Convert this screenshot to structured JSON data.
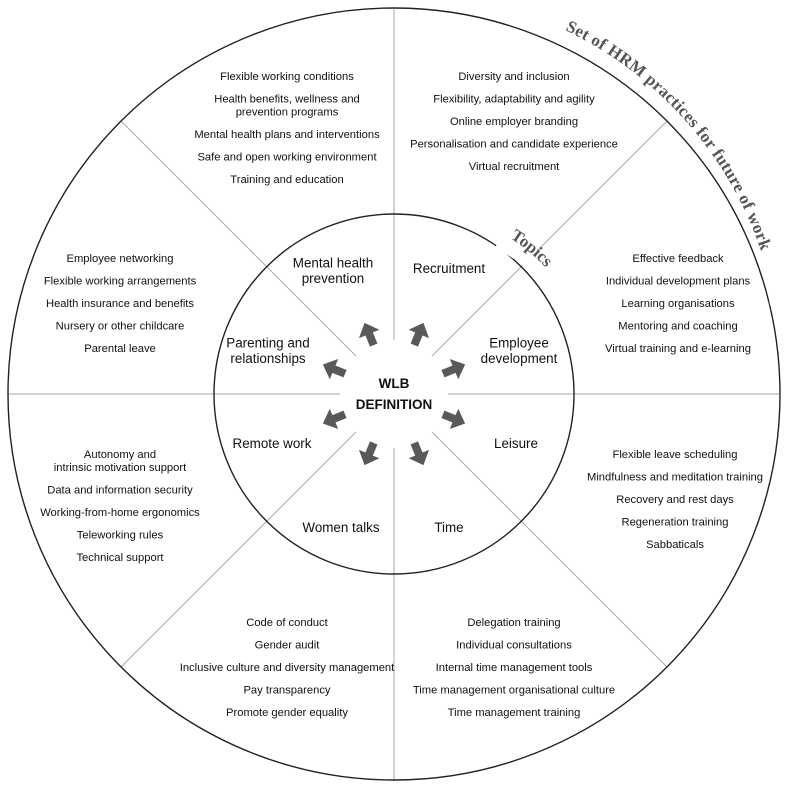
{
  "outer_title": "Set of HRM practices for future of work",
  "ring_title": "Topics",
  "center": {
    "line1": "WLB",
    "line2": "DEFINITION"
  },
  "topics": [
    {
      "id": "mental-health-prevention",
      "lines": [
        "Mental health",
        "prevention"
      ]
    },
    {
      "id": "recruitment",
      "lines": [
        "Recruitment"
      ]
    },
    {
      "id": "employee-development",
      "lines": [
        "Employee",
        "development"
      ]
    },
    {
      "id": "leisure",
      "lines": [
        "Leisure"
      ]
    },
    {
      "id": "time",
      "lines": [
        "Time"
      ]
    },
    {
      "id": "women-talks",
      "lines": [
        "Women talks"
      ]
    },
    {
      "id": "remote-work",
      "lines": [
        "Remote work"
      ]
    },
    {
      "id": "parenting-and-relationships",
      "lines": [
        "Parenting and",
        "relationships"
      ]
    }
  ],
  "practices": [
    {
      "id": "mental-health",
      "items": [
        [
          "Flexible working conditions"
        ],
        [
          "Health benefits, wellness and",
          "prevention programs"
        ],
        [
          "Mental health plans and interventions"
        ],
        [
          "Safe and open working environment"
        ],
        [
          "Training and education"
        ]
      ]
    },
    {
      "id": "recruitment",
      "items": [
        [
          "Diversity and inclusion"
        ],
        [
          "Flexibility, adaptability and agility"
        ],
        [
          "Online employer branding"
        ],
        [
          "Personalisation and candidate experience"
        ],
        [
          "Virtual recruitment"
        ]
      ]
    },
    {
      "id": "employee-development",
      "items": [
        [
          "Effective feedback"
        ],
        [
          "Individual development plans"
        ],
        [
          "Learning organisations"
        ],
        [
          "Mentoring and coaching"
        ],
        [
          "Virtual training and e-learning"
        ]
      ]
    },
    {
      "id": "leisure",
      "items": [
        [
          "Flexible leave scheduling"
        ],
        [
          "Mindfulness  and meditation training"
        ],
        [
          "Recovery and rest days"
        ],
        [
          "Regeneration training"
        ],
        [
          "Sabbaticals"
        ]
      ]
    },
    {
      "id": "time",
      "items": [
        [
          "Delegation training"
        ],
        [
          "Individual consultations"
        ],
        [
          "Internal time management tools"
        ],
        [
          "Time management organisational culture"
        ],
        [
          "Time management training"
        ]
      ]
    },
    {
      "id": "women-talks",
      "items": [
        [
          "Code of conduct"
        ],
        [
          "Gender audit"
        ],
        [
          "Inclusive culture and diversity management"
        ],
        [
          "Pay transparency"
        ],
        [
          "Promote gender equality"
        ]
      ]
    },
    {
      "id": "remote-work",
      "items": [
        [
          "Autonomy and",
          "intrinsic motivation support"
        ],
        [
          "Data and information security"
        ],
        [
          "Working-from-home ergonomics"
        ],
        [
          "Teleworking rules"
        ],
        [
          "Technical support"
        ]
      ]
    },
    {
      "id": "parenting",
      "items": [
        [
          "Employee networking"
        ],
        [
          "Flexible working arrangements"
        ],
        [
          "Health insurance and benefits"
        ],
        [
          "Nursery or other childcare"
        ],
        [
          "Parental leave"
        ]
      ]
    }
  ],
  "colors": {
    "arrow": "#595959",
    "divider": "#aaaaaa",
    "circle": "#222222",
    "curved_text": "#555555"
  }
}
